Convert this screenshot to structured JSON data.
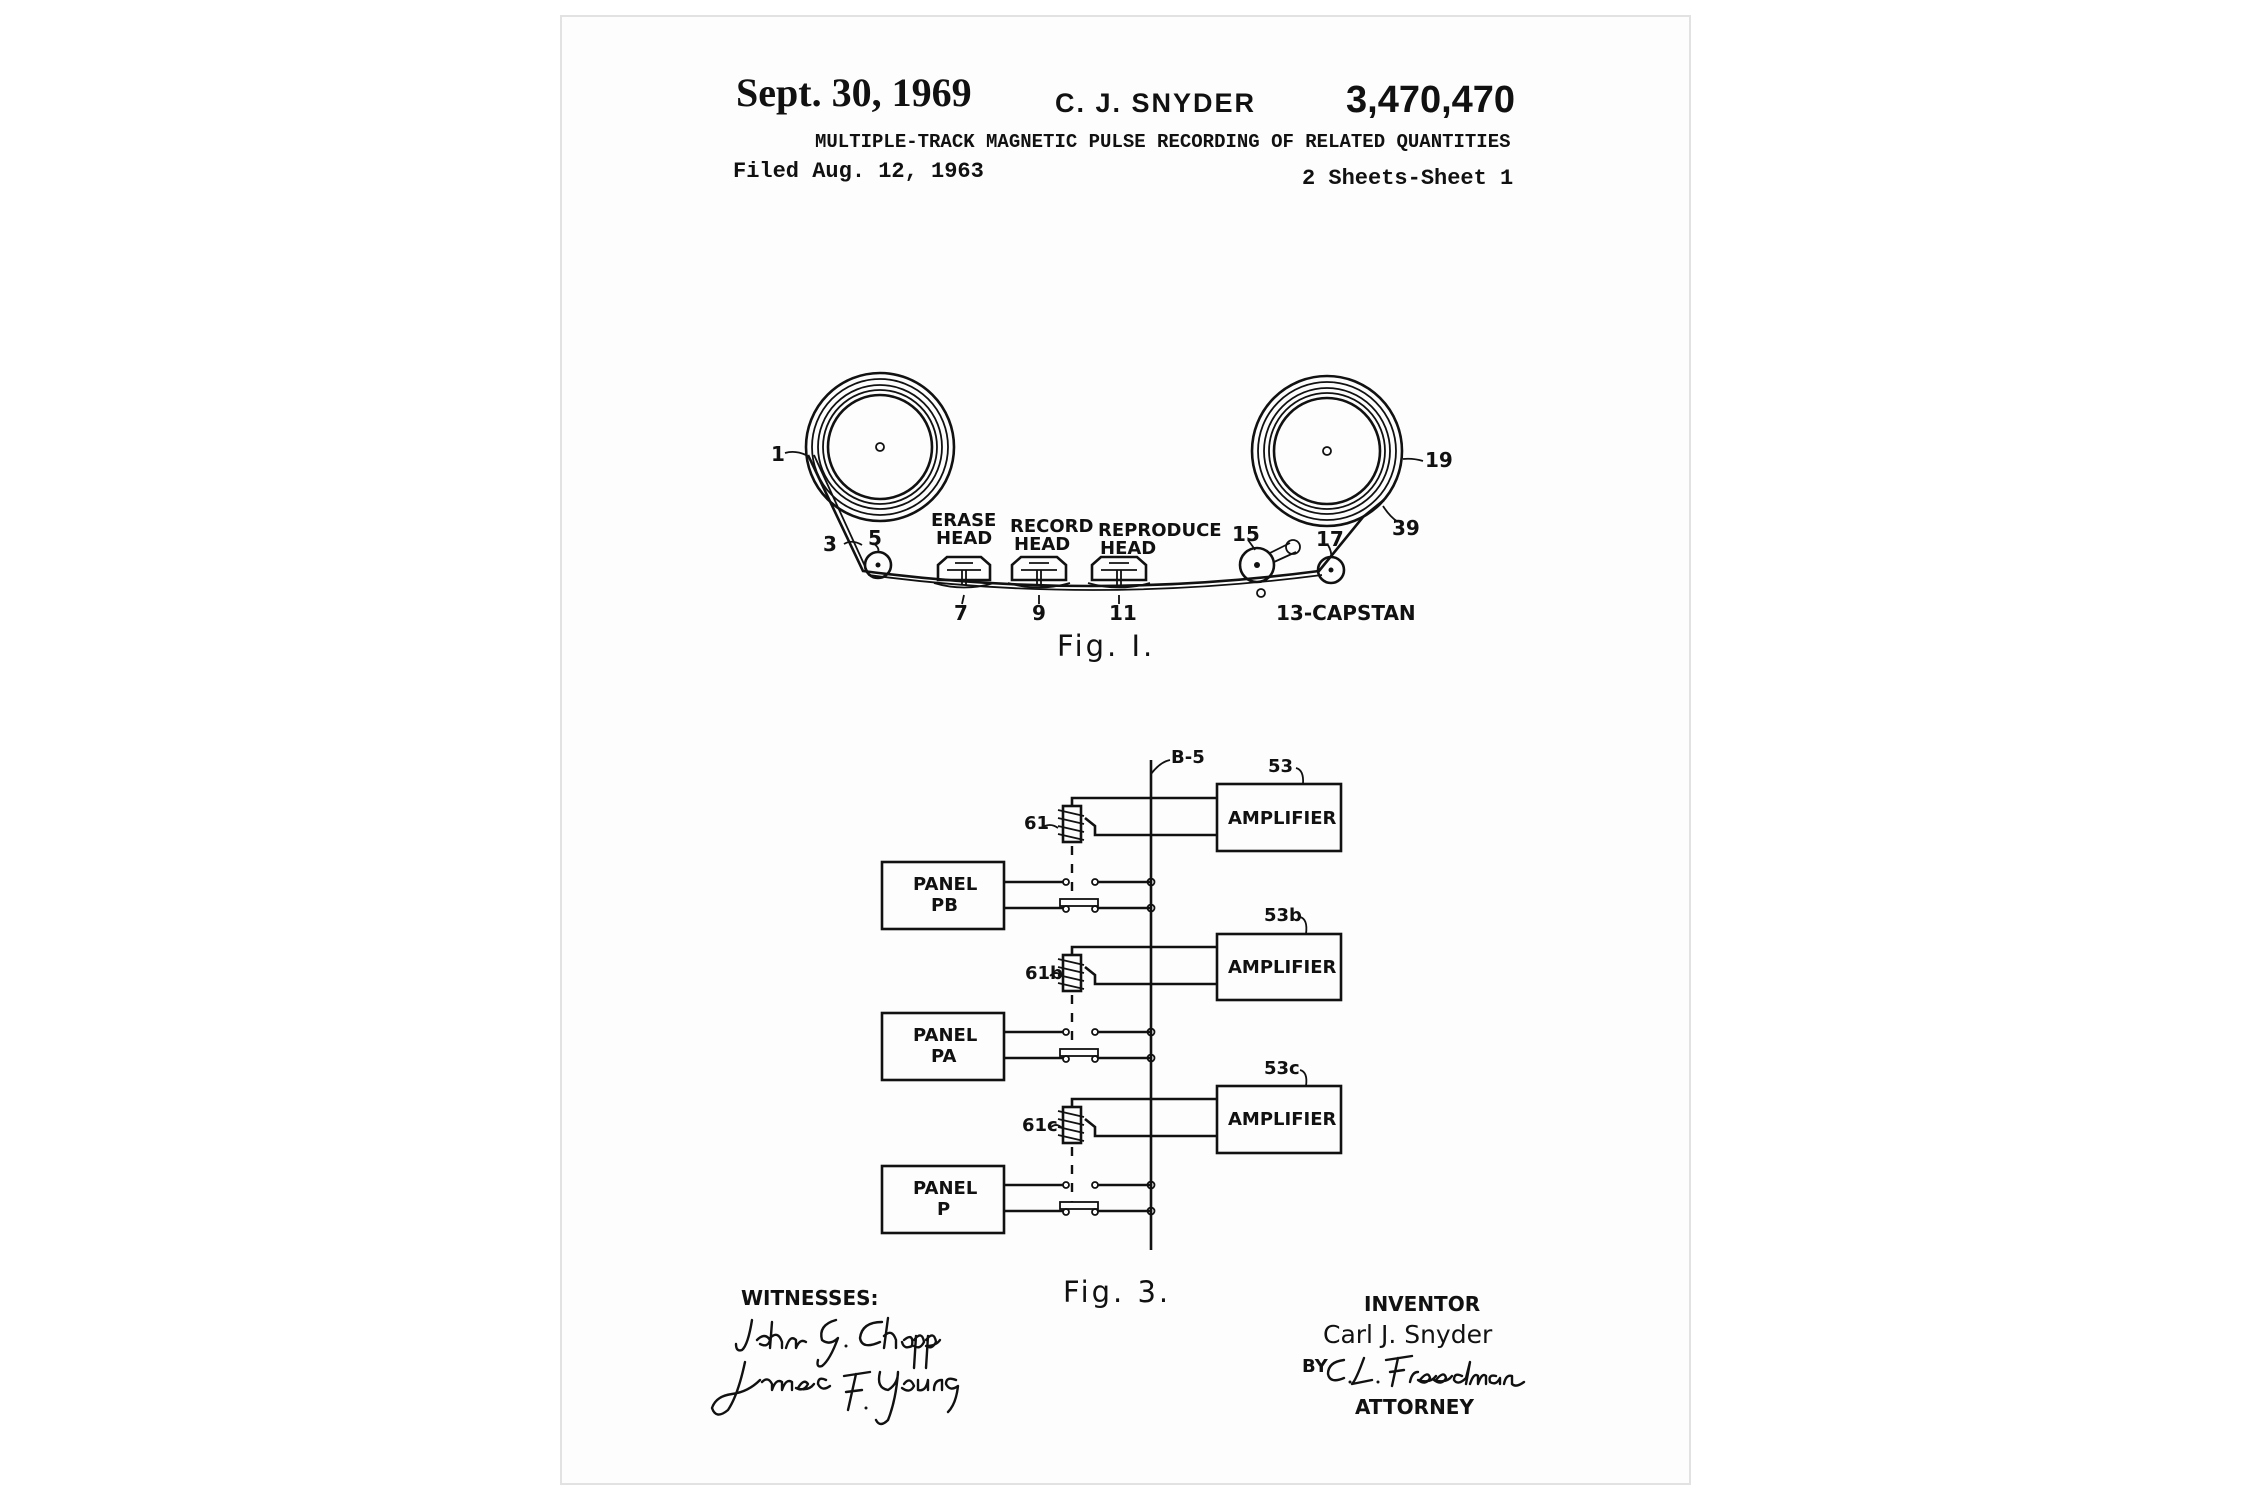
{
  "patent": {
    "date": "Sept. 30, 1969",
    "inventor_header": "C. J. SNYDER",
    "number": "3,470,470",
    "title": "MULTIPLE-TRACK MAGNETIC PULSE RECORDING OF RELATED QUANTITIES",
    "filed": "Filed Aug. 12, 1963",
    "sheets": "2 Sheets-Sheet 1"
  },
  "fig1": {
    "caption": "Fig. I.",
    "labels": {
      "ref_1": "1",
      "ref_3": "3",
      "ref_5": "5",
      "ref_7": "7",
      "ref_9": "9",
      "ref_11": "11",
      "ref_15": "15",
      "ref_17": "17",
      "ref_19": "19",
      "ref_39": "39",
      "capstan": "13-CAPSTAN",
      "erase_1": "ERASE",
      "erase_2": "HEAD",
      "record_1": "RECORD",
      "record_2": "HEAD",
      "reproduce_1": "REPRODUCE",
      "reproduce_2": "HEAD"
    }
  },
  "fig3": {
    "caption": "Fig. 3.",
    "bus_label": "B-5",
    "amplifiers": [
      {
        "ref": "53",
        "label": "AMPLIFIER"
      },
      {
        "ref": "53b",
        "label": "AMPLIFIER"
      },
      {
        "ref": "53c",
        "label": "AMPLIFIER"
      }
    ],
    "relays": [
      "61",
      "61b",
      "61c"
    ],
    "panels": [
      {
        "line1": "PANEL",
        "line2": "PB"
      },
      {
        "line1": "PANEL",
        "line2": "PA"
      },
      {
        "line1": "PANEL",
        "line2": "P"
      }
    ]
  },
  "footer": {
    "witnesses_label": "WITNESSES:",
    "witness_1": "John G. Chopp",
    "witness_2": "James F. Young",
    "inventor_label": "INVENTOR",
    "inventor_name": "Carl J. Snyder",
    "by_label": "BY",
    "attorney_signature": "C. L. Freedman",
    "attorney_label": "ATTORNEY"
  }
}
